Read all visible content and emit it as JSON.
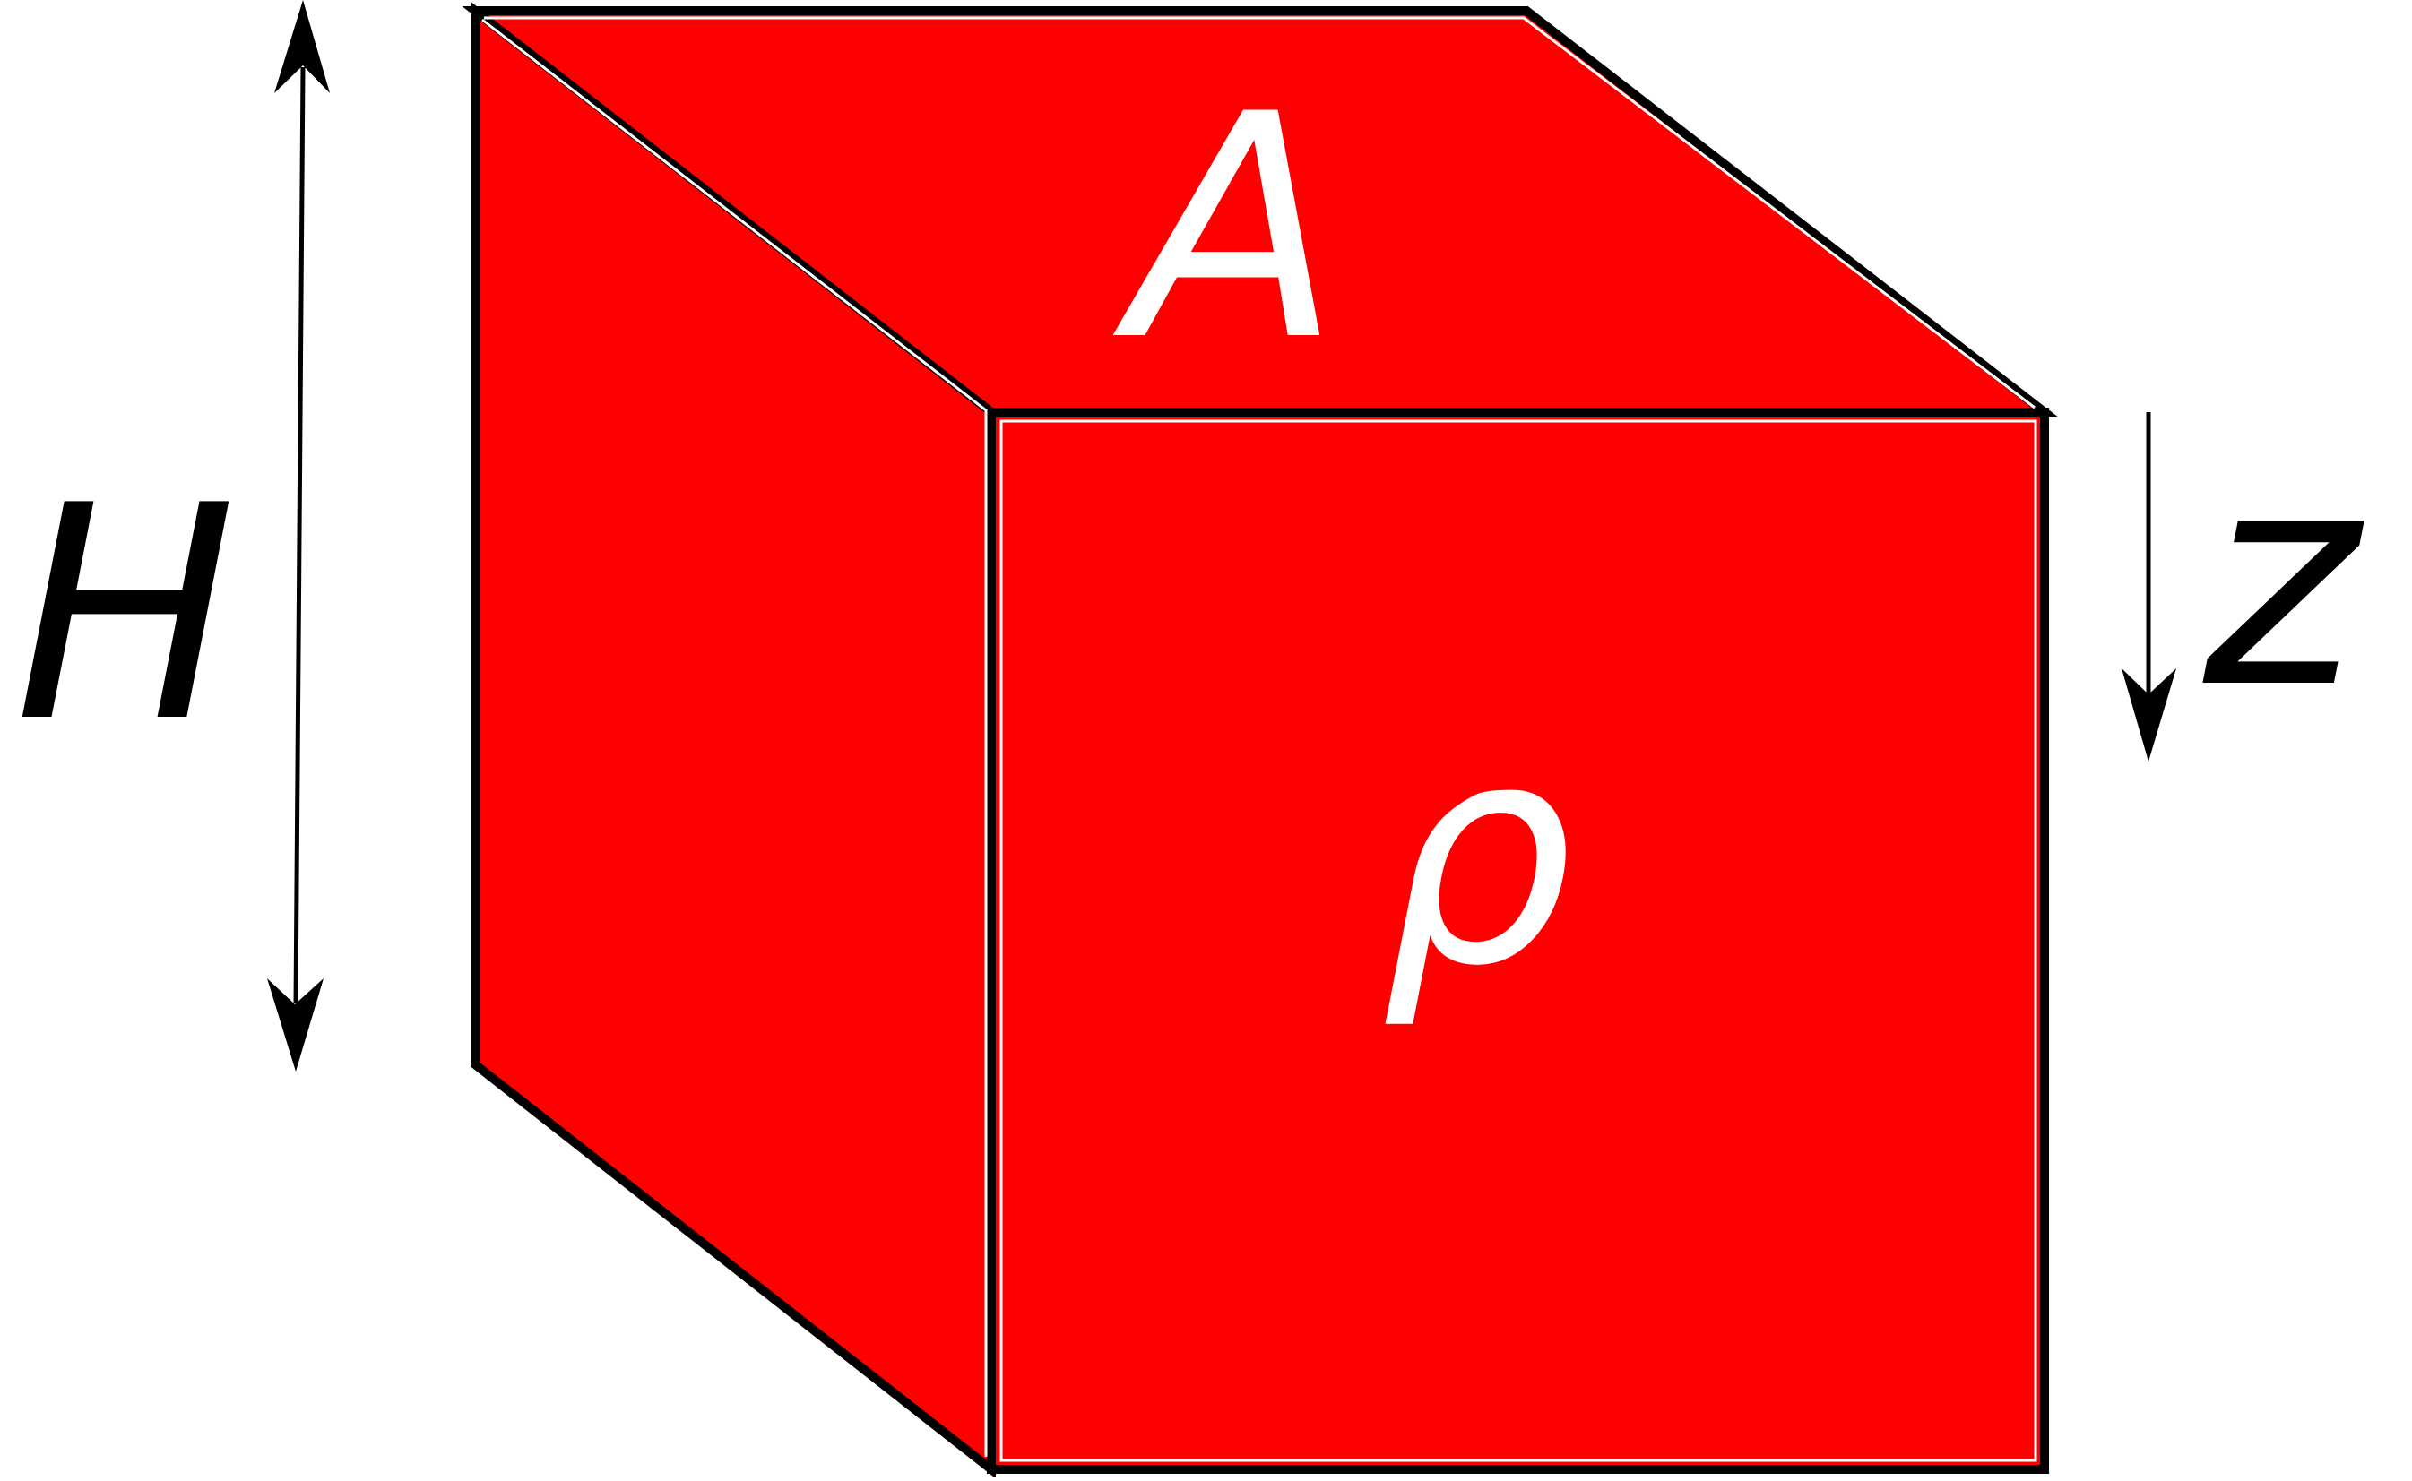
{
  "labels": {
    "top_face": "A",
    "front_face": "ρ",
    "height": "H",
    "depth": "z"
  },
  "colors": {
    "face_fill": "#ff0000",
    "edge_stroke": "#000000",
    "face_label": "#ffffff",
    "annotation": "#000000",
    "background": "#ffffff"
  }
}
